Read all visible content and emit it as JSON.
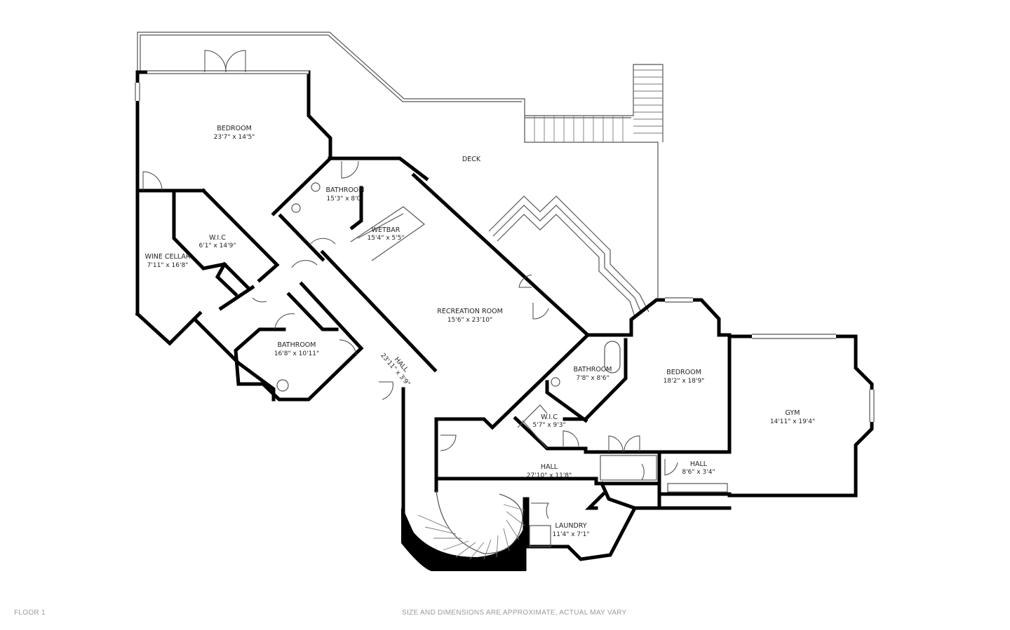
{
  "plan": {
    "floor_label": "FLOOR 1",
    "disclaimer": "SIZE AND DIMENSIONS ARE APPROXIMATE, ACTUAL MAY VARY",
    "rooms": {
      "deck": {
        "name": "DECK"
      },
      "bedroom_nw": {
        "name": "BEDROOM",
        "dims": "23'7\" x 14'5\""
      },
      "bathroom_top": {
        "name": "BATHROOM",
        "dims": "15'3\" x 8'0\""
      },
      "wic_west": {
        "name": "W.I.C",
        "dims": "6'1\" x 14'9\""
      },
      "wine_cellar": {
        "name": "WINE CELLAR",
        "dims": "7'11\" x 16'8\""
      },
      "wetbar": {
        "name": "WETBAR",
        "dims": "15'4\" x 5'5\""
      },
      "recreation": {
        "name": "RECREATION ROOM",
        "dims": "15'6\" x 23'10\""
      },
      "bathroom_sw": {
        "name": "BATHROOM",
        "dims": "16'8\" x 10'11\""
      },
      "hall_diag": {
        "name": "HALL",
        "dims": "23'11\" x 3'9\""
      },
      "bathroom_e": {
        "name": "BATHROOM",
        "dims": "7'8\" x 8'6\""
      },
      "bedroom_e": {
        "name": "BEDROOM",
        "dims": "18'2\" x 18'9\""
      },
      "gym": {
        "name": "GYM",
        "dims": "14'11\" x 19'4\""
      },
      "wic_south": {
        "name": "W.I.C",
        "dims": "5'7\" x 9'3\""
      },
      "hall_main": {
        "name": "HALL",
        "dims": "27'10\" x 11'8\""
      },
      "hall_small": {
        "name": "HALL",
        "dims": "8'6\" x 3'4\""
      },
      "laundry": {
        "name": "LAUNDRY",
        "dims": "11'4\" x 7'1\""
      }
    }
  }
}
